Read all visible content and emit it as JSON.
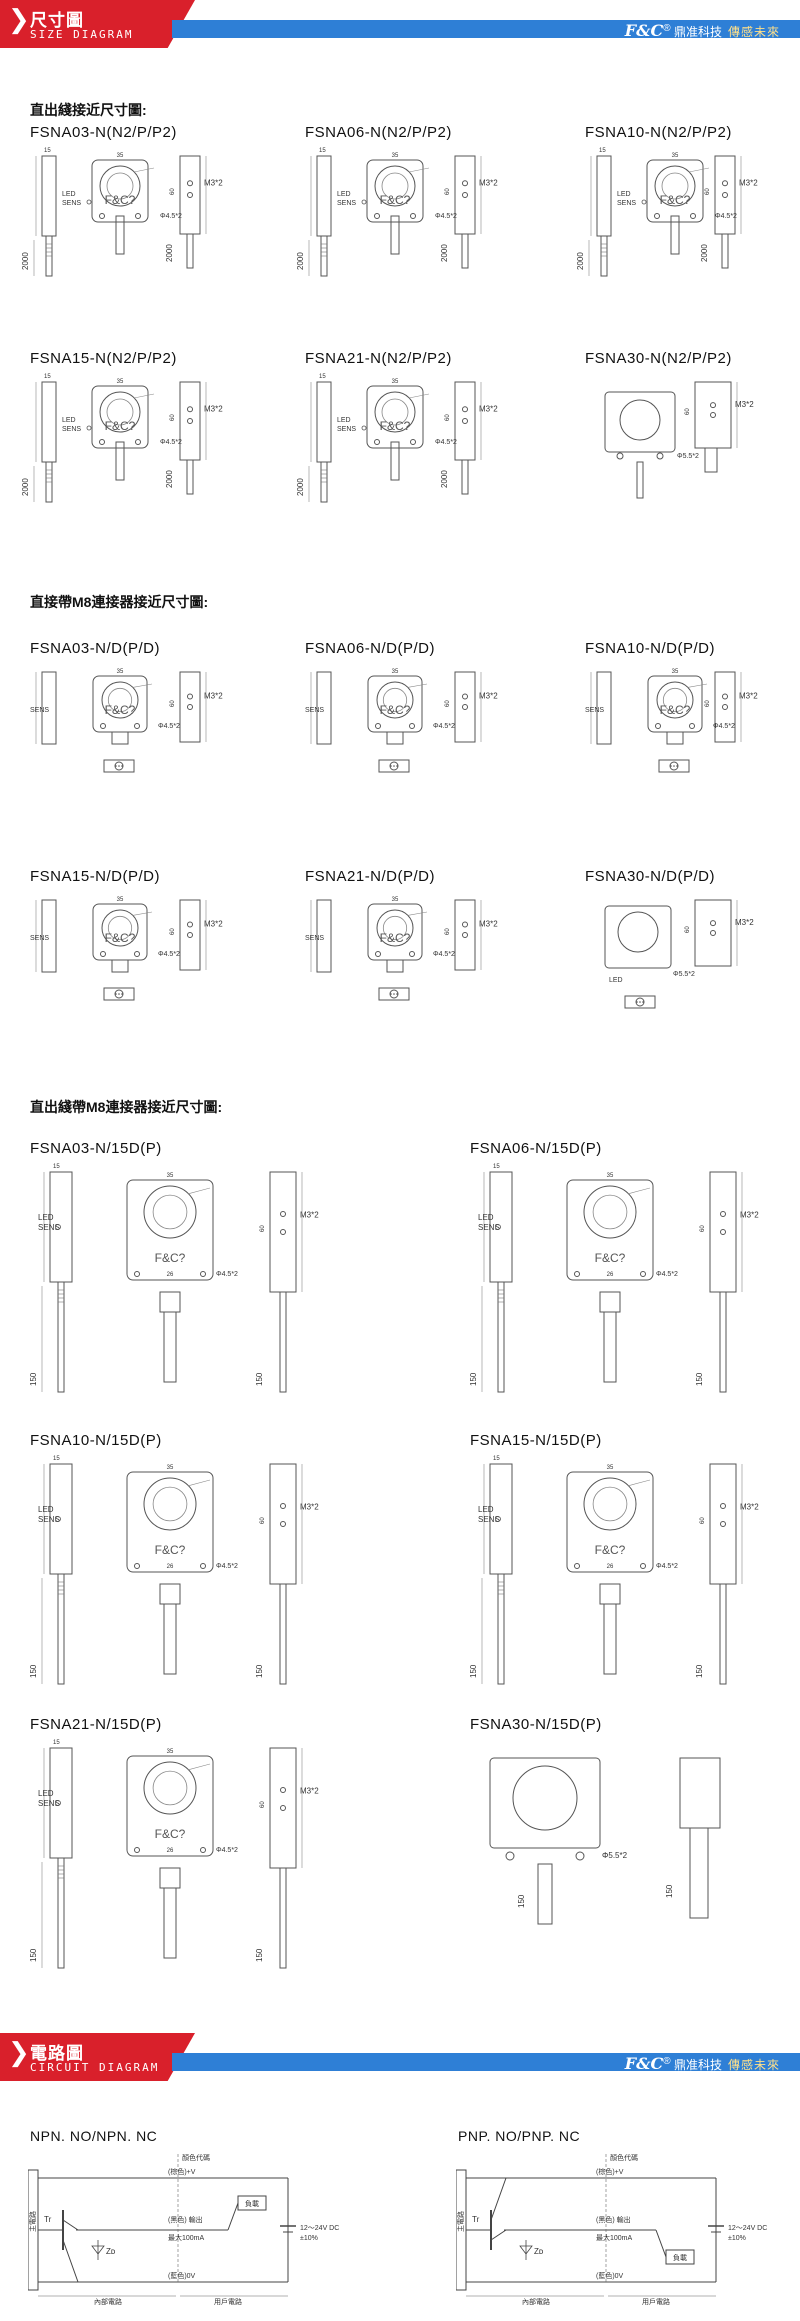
{
  "banners": {
    "size": {
      "chevron": "❯",
      "cn": "尺寸圖",
      "en": "SIZE DIAGRAM"
    },
    "circuit": {
      "chevron": "❯",
      "cn": "電路圖",
      "en": "CIRCUIT DIAGRAM"
    },
    "logo": {
      "brand": "F&C",
      "reg": "®",
      "company": "鼎准科技",
      "slogan": "傳感未來"
    }
  },
  "groups": [
    {
      "title": "直出綫接近尺寸圖:"
    },
    {
      "title": "直接帶M8連接器接近尺寸圖:"
    },
    {
      "title": "直出綫帶M8連接器接近尺寸圖:"
    }
  ],
  "drawings": [
    {
      "label": "FSNA03-N(N2/P/P2)"
    },
    {
      "label": "FSNA06-N(N2/P/P2)"
    },
    {
      "label": "FSNA10-N(N2/P/P2)"
    },
    {
      "label": "FSNA15-N(N2/P/P2)"
    },
    {
      "label": "FSNA21-N(N2/P/P2)"
    },
    {
      "label": "FSNA30-N(N2/P/P2)"
    },
    {
      "label": "FSNA03-N/D(P/D)"
    },
    {
      "label": "FSNA06-N/D(P/D)"
    },
    {
      "label": "FSNA10-N/D(P/D)"
    },
    {
      "label": "FSNA15-N/D(P/D)"
    },
    {
      "label": "FSNA21-N/D(P/D)"
    },
    {
      "label": "FSNA30-N/D(P/D)"
    },
    {
      "label": "FSNA03-N/15D(P)"
    },
    {
      "label": "FSNA06-N/15D(P)"
    },
    {
      "label": "FSNA10-N/15D(P)"
    },
    {
      "label": "FSNA15-N/15D(P)"
    },
    {
      "label": "FSNA21-N/15D(P)"
    },
    {
      "label": "FSNA30-N/15D(P)"
    }
  ],
  "drawing_text": {
    "face": "F&C?",
    "led": "LED",
    "sens": "SENS",
    "mount": "M3*2",
    "hole_small": "Φ4.5*2",
    "hole_large": "Φ5.5*2",
    "cable_len": "2000",
    "cable_len_short": "150",
    "dim_15": "15",
    "dim_35": "35",
    "dim_60": "60",
    "dim_26": "26"
  },
  "circuits": [
    {
      "title": "NPN. NO/NPN. NC",
      "color_code": "顏色代碼",
      "wire_v": "(棕色)+V",
      "wire_out": "(黑色) 輸出",
      "max_current": "最大100mA",
      "wire_0v": "(藍色)0V",
      "load": "負載",
      "supply": "12～24V DC",
      "tolerance": "±10%",
      "main_circuit": "主電路",
      "internal": "內部電路",
      "user": "用戶電路",
      "tr": "Tr",
      "zd": "Zᴅ"
    },
    {
      "title": "PNP. NO/PNP. NC",
      "color_code": "顏色代碼",
      "wire_v": "(棕色)+V",
      "wire_out": "(黑色) 輸出",
      "max_current": "最大100mA",
      "wire_0v": "(藍色)0V",
      "load": "負載",
      "supply": "12～24V DC",
      "tolerance": "±10%",
      "main_circuit": "主電路",
      "internal": "內部電路",
      "user": "用戶電路",
      "tr": "Tr",
      "zd": "Zᴅ"
    }
  ]
}
